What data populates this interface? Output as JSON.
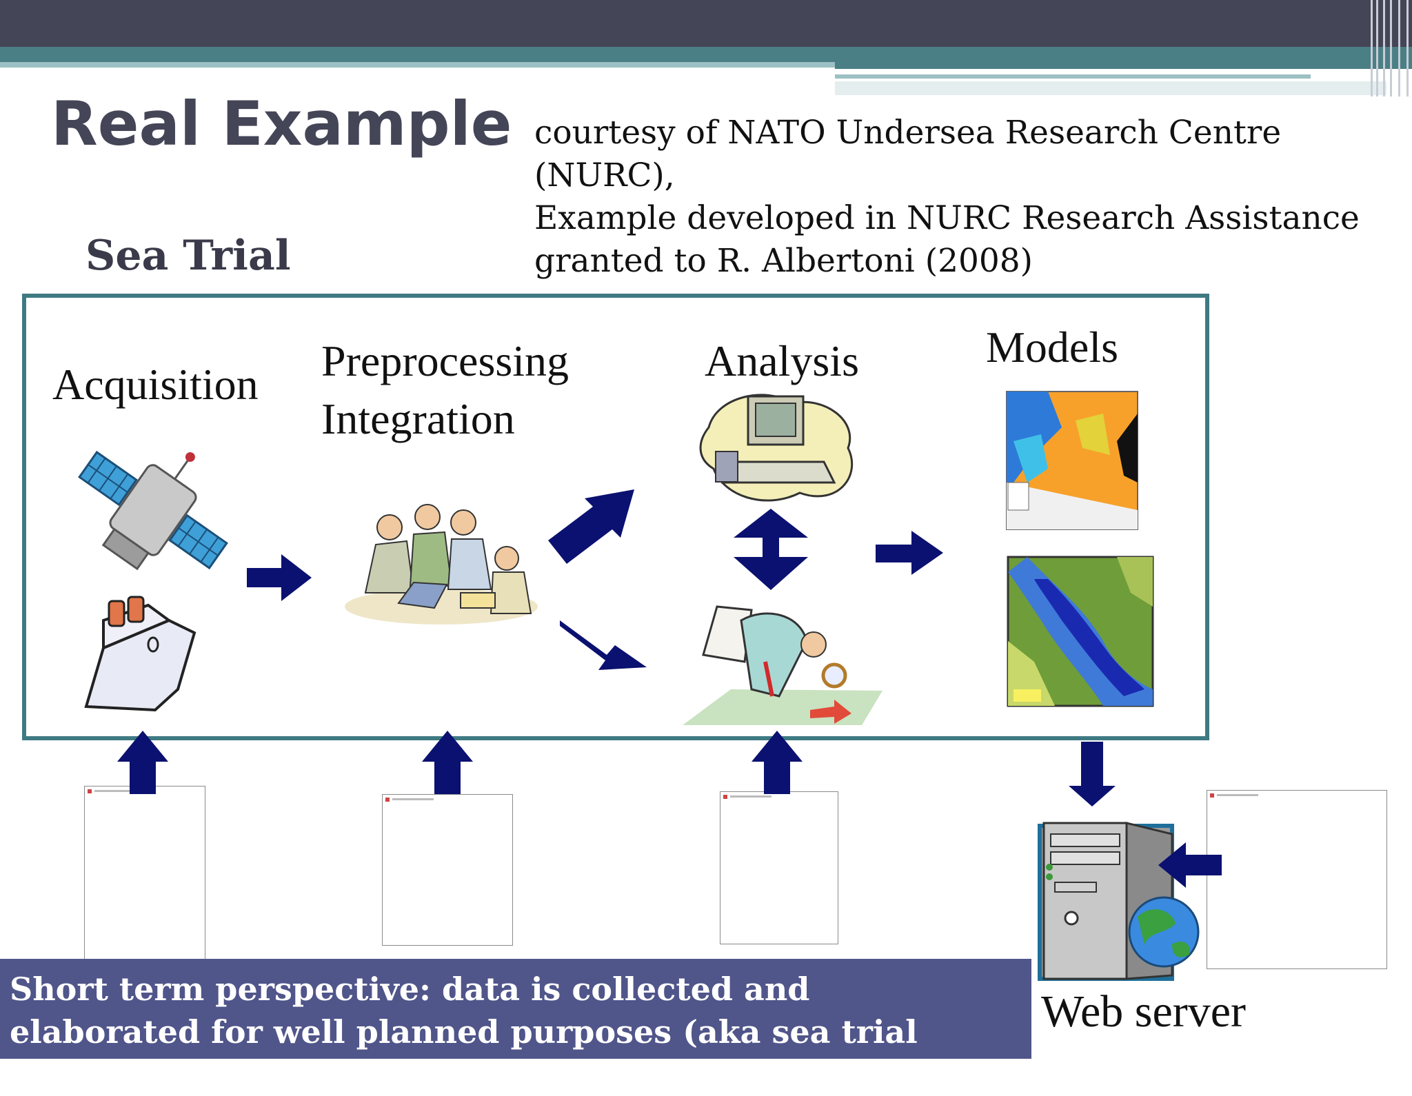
{
  "slide": {
    "title": "Real Example",
    "credit_lines": [
      "courtesy of NATO Undersea Research Centre (NURC),",
      "Example developed in NURC Research Assistance",
      "granted to R. Albertoni (2008)"
    ],
    "subtitle": "Sea Trial"
  },
  "diagram": {
    "stages": {
      "acquisition": "Acquisition",
      "preprocessing": "Preprocessing",
      "integration": "Integration",
      "analysis": "Analysis",
      "models": "Models"
    },
    "web_server_label": "Web server"
  },
  "banner": {
    "lines": [
      "Short term perspective: data is collected and",
      "elaborated for well planned purposes (aka sea trial experiments)"
    ]
  },
  "colors": {
    "header": "#444556",
    "teal": "#4b7f86",
    "panel_border": "#3f7a83",
    "arrow": "#0b1170",
    "banner": "#50558a"
  },
  "icons": [
    "satellite-icon",
    "ship-icon",
    "meeting-people-icon",
    "computer-desk-icon",
    "searching-man-icon",
    "sea-temperature-map-icon",
    "bathymetry-map-icon",
    "server-tower-icon",
    "globe-icon"
  ]
}
